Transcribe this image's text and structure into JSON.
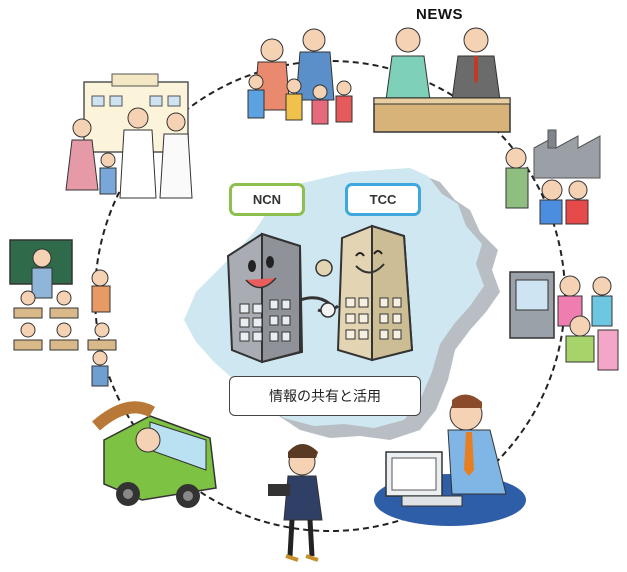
{
  "labels": {
    "ncn": "NCN",
    "tcc": "TCC",
    "caption": "情報の共有と活用",
    "news": "NEWS"
  },
  "colors": {
    "ncn_border": "#8dbf4f",
    "tcc_border": "#3fa7db",
    "map_fill": "#cfe7f1",
    "map_shadow": "#b9bec4",
    "building_ncn": "#a9adb3",
    "building_tcc": "#e3d5b3",
    "truck": "#7dc243"
  },
  "scenes": [
    {
      "name": "hospital",
      "icon": "hospital-doctor-nurse-icon"
    },
    {
      "name": "family",
      "icon": "family-group-icon"
    },
    {
      "name": "news-broadcast",
      "icon": "news-anchors-icon"
    },
    {
      "name": "factory",
      "icon": "factory-workers-icon"
    },
    {
      "name": "tv-viewers",
      "icon": "tv-audience-icon"
    },
    {
      "name": "office-worker",
      "icon": "computer-worker-icon"
    },
    {
      "name": "reporter",
      "icon": "camera-reporter-icon"
    },
    {
      "name": "truck-delivery",
      "icon": "timber-truck-icon"
    },
    {
      "name": "classroom",
      "icon": "classroom-icon"
    }
  ]
}
